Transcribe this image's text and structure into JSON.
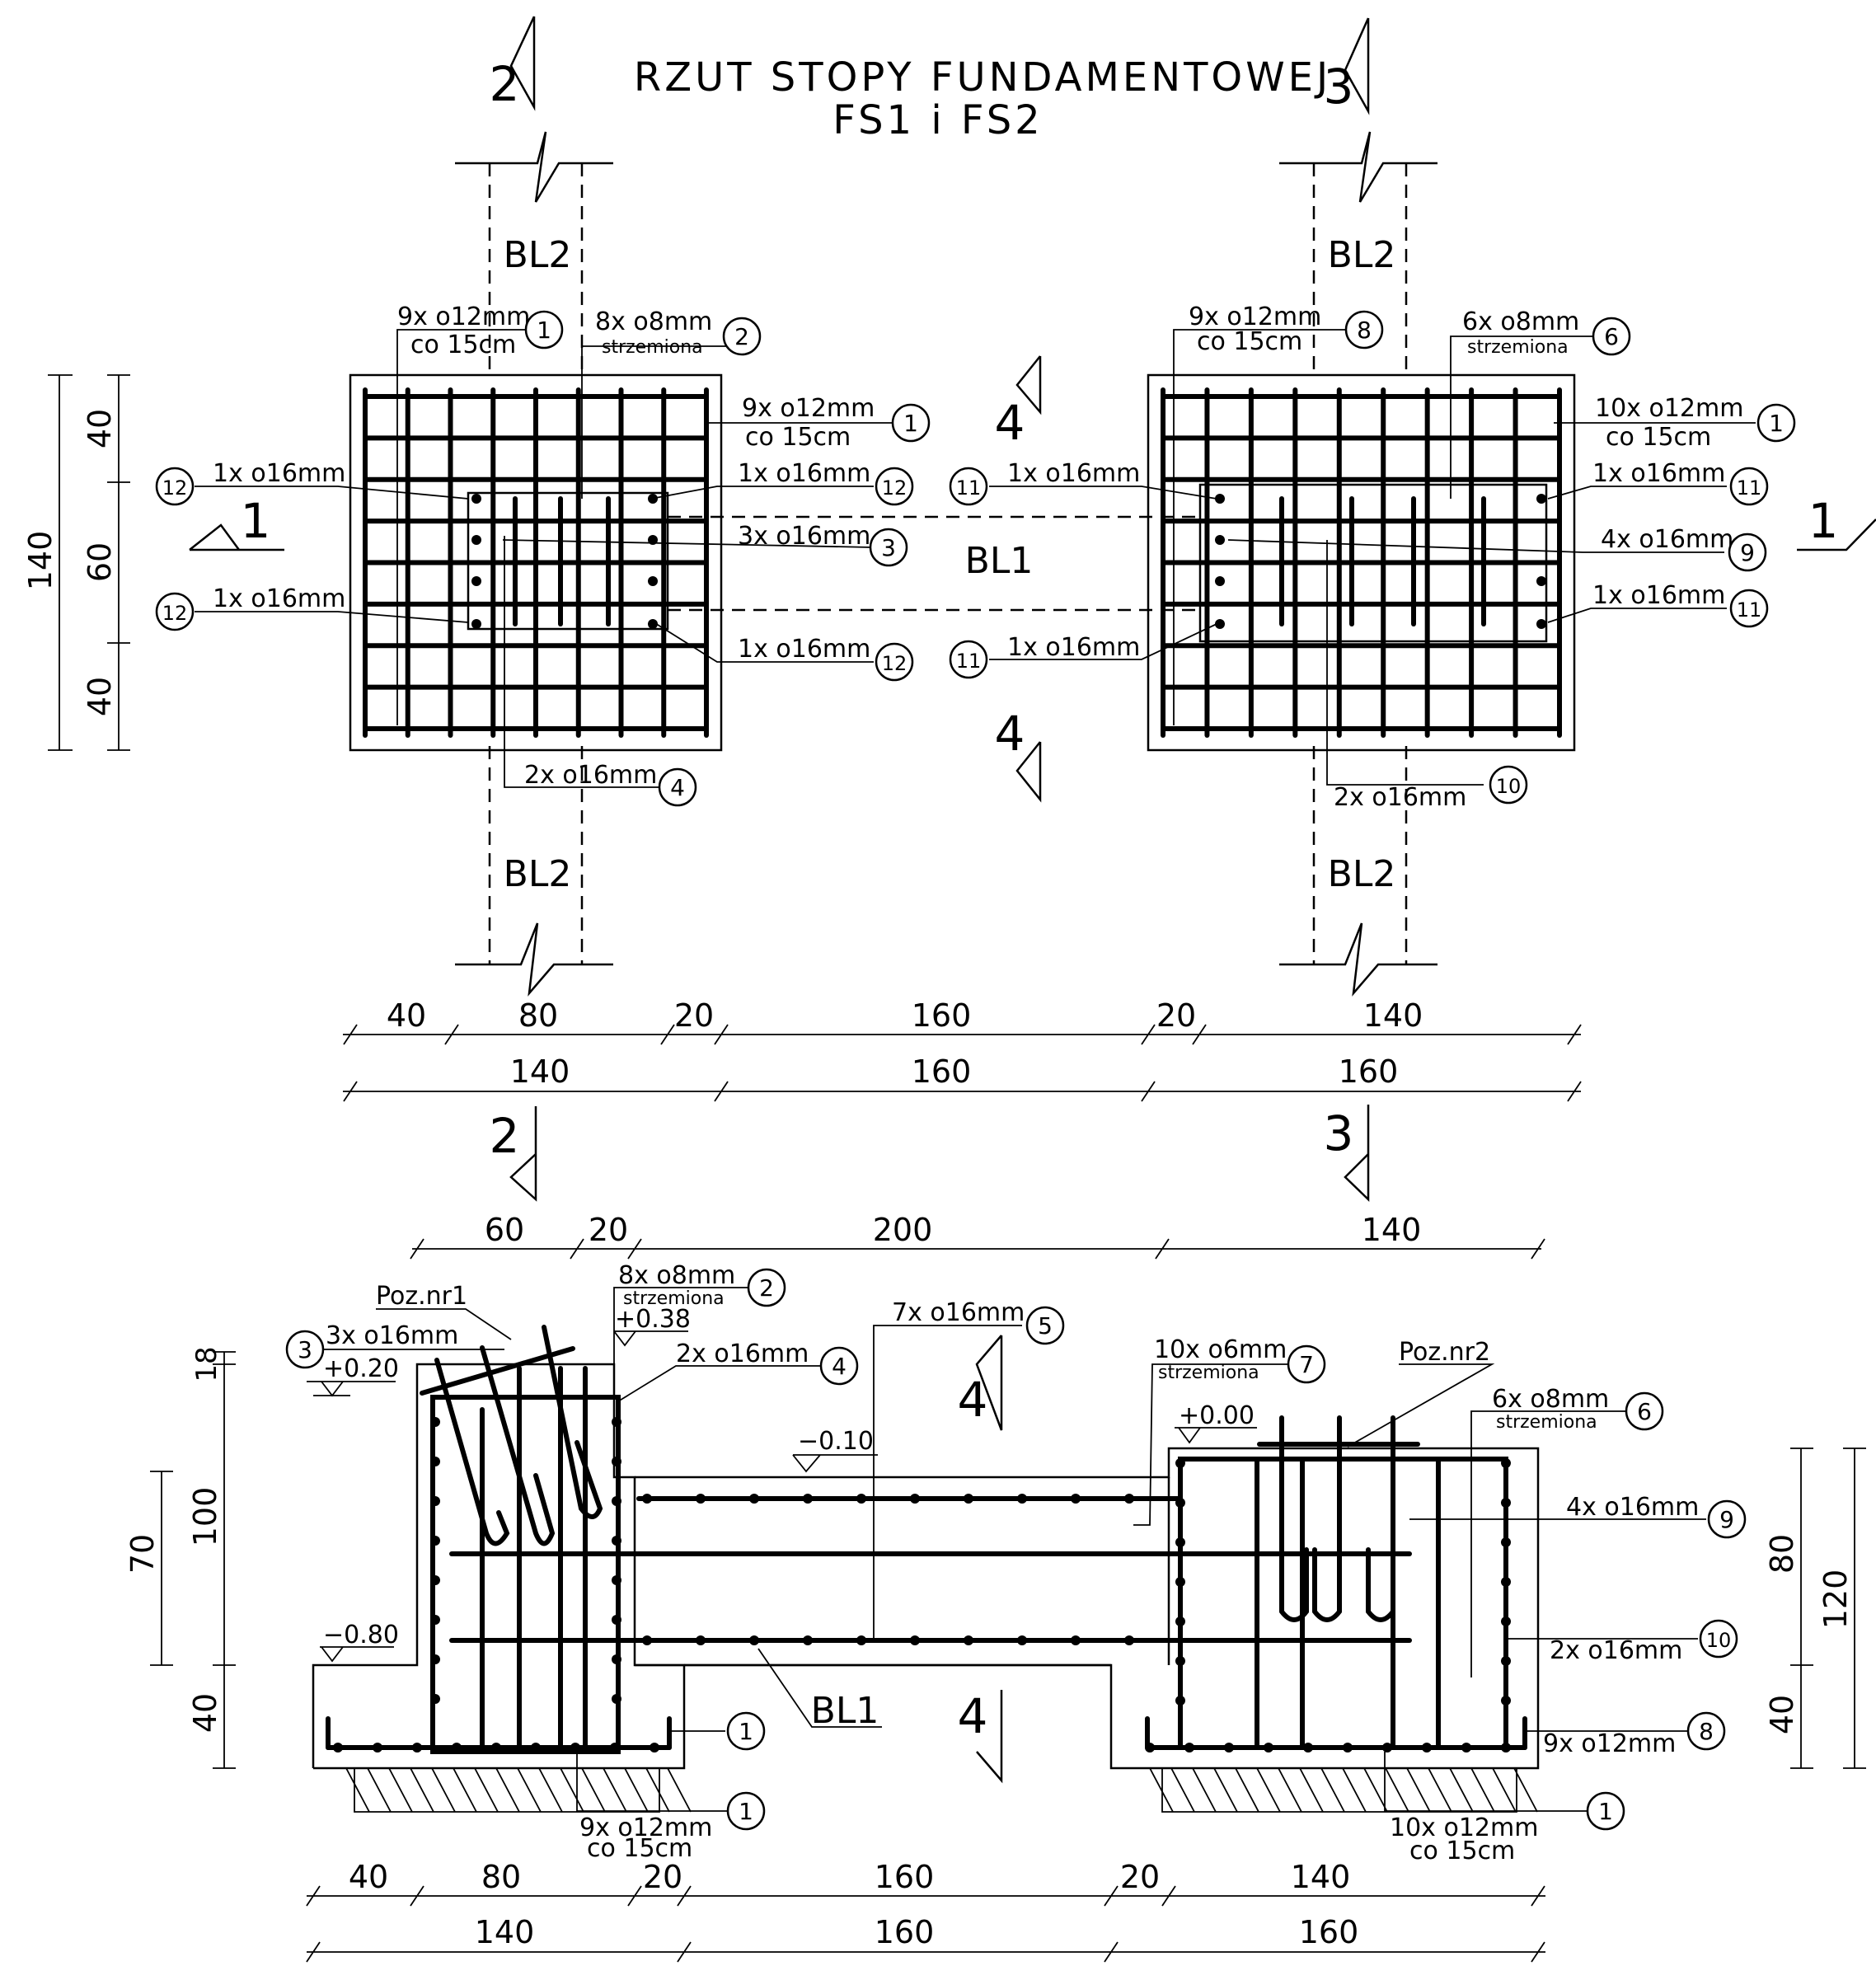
{
  "title": {
    "line1": "RZUT STOPY FUNDAMENTOWEJ",
    "line2": "FS1 i FS2"
  },
  "section_marks": {
    "s1": "1",
    "s2": "2",
    "s3": "3",
    "s4": "4"
  },
  "beams": {
    "bl1": "BL1",
    "bl2": "BL2"
  },
  "positions": {
    "poz1": "Poz.nr1",
    "poz2": "Poz.nr2"
  },
  "plan_labels": {
    "fs1_top_a": "9x o12mm",
    "fs1_top_a_sub": "co 15cm",
    "fs1_top_b": "8x o8mm",
    "fs1_top_b_sub": "strzemiona",
    "fs1_right_a": "9x o12mm",
    "fs1_right_a_sub": "co 15cm",
    "fs1_r12a": "1x o16mm",
    "fs1_r3": "3x o16mm",
    "fs1_r12b": "1x o16mm",
    "fs1_l12a": "1x o16mm",
    "fs1_l12b": "1x o16mm",
    "fs1_b4": "2x o16mm",
    "fs2_top_a": "9x o12mm",
    "fs2_top_a_sub": "co 15cm",
    "fs2_top_b": "6x o8mm",
    "fs2_top_b_sub": "strzemiona",
    "fs2_right_a": "10x o12mm",
    "fs2_right_a_sub": "co 15cm",
    "fs2_r11a": "1x o16mm",
    "fs2_r9": "4x o16mm",
    "fs2_r11b": "1x o16mm",
    "fs2_l11a": "1x o16mm",
    "fs2_l11b": "1x o16mm",
    "fs2_b10": "2x o16mm"
  },
  "section_labels": {
    "s_8x": "8x o8mm",
    "s_8x_sub": "strzemiona",
    "s_3x": "3x o16mm",
    "s_2x": "2x o16mm",
    "s_7x": "7x o16mm",
    "s_10x": "10x o6mm",
    "s_10x_sub": "strzemiona",
    "s_6x": "6x o8mm",
    "s_6x_sub": "strzemiona",
    "s_4x": "4x o16mm",
    "s_2x10": "2x o16mm",
    "s_9x8": "9x o12mm",
    "s_9x1": "9x o12mm",
    "s_9x1_sub": "co 15cm",
    "s_10x1": "10x o12mm",
    "s_10x1_sub": "co 15cm"
  },
  "levels": {
    "l038": "+0.38",
    "l020": "+0.20",
    "l010": "−0.10",
    "l000": "+0.00",
    "l080": "−0.80"
  },
  "markers": [
    "1",
    "2",
    "3",
    "4",
    "5",
    "6",
    "7",
    "8",
    "9",
    "10",
    "11",
    "12"
  ],
  "dims_plan_row1": [
    "40",
    "80",
    "20",
    "160",
    "20",
    "140"
  ],
  "dims_plan_row2": [
    "140",
    "160",
    "160"
  ],
  "dims_plan_left": {
    "total": "140",
    "a": "40",
    "b": "60",
    "c": "40"
  },
  "dims_sec_top": [
    "60",
    "20",
    "200",
    "140"
  ],
  "dims_sec_row1": [
    "40",
    "80",
    "20",
    "160",
    "20",
    "140"
  ],
  "dims_sec_row2": [
    "140",
    "160",
    "160"
  ],
  "dims_sec_left": {
    "d18": "18",
    "d100": "100",
    "d70": "70",
    "d40": "40"
  },
  "dims_sec_right": {
    "d80": "80",
    "d40": "40",
    "d120": "120"
  }
}
